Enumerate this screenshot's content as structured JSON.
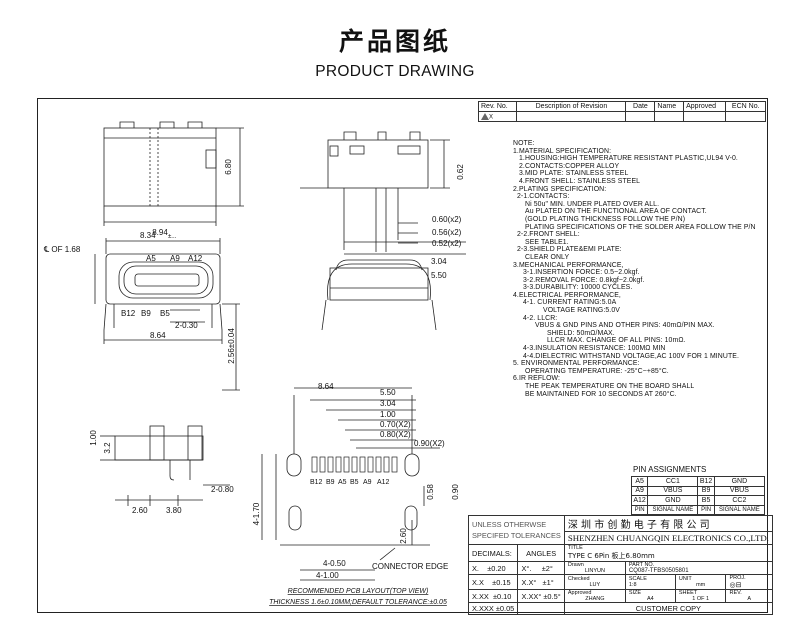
{
  "page": {
    "title_cn": "产品图纸",
    "title_en": "PRODUCT DRAWING"
  },
  "revision_header": {
    "rev_no": "Rev. No.",
    "description": "Description of Revision",
    "date": "Date",
    "name": "Name",
    "approved": "Approved",
    "ecn_no": "ECN No.",
    "first_row_mark": "X"
  },
  "notes": [
    "NOTE:",
    "1.MATERIAL SPECIFICATION:",
    "1.HOUSING:HIGH TEMPERATURE RESISTANT PLASTIC,UL94 V-0.",
    "2.CONTACTS:COPPER ALLOY",
    "3.MID PLATE: STAINLESS STEEL",
    "4.FRONT SHELL: STAINLESS STEEL",
    "2.PLATING SPECIFICATION:",
    "2-1.CONTACTS:",
    "Ni 50u\" MIN. UNDER PLATED OVER ALL.",
    "Au PLATED ON THE FUNCTIONAL AREA OF CONTACT.",
    "(GOLD PLATING THICKNESS FOLLOW THE P/N)",
    "PLATING SPECIFICATIONS OF THE SOLDER AREA FOLLOW THE P/N",
    "2-2.FRONT SHELL:",
    "SEE TABLE1.",
    "2-3.SHIELD PLATE&EMI PLATE:",
    "CLEAR ONLY",
    "3.MECHANICAL PERFORMANCE,",
    "3-1.INSERTION FORCE: 0.5~2.0kgf.",
    "3-2.REMOVAL FORCE: 0.8kgf~2.0kgf.",
    "3-3.DURABILITY: 10000 CYCLES.",
    "4.ELECTRICAL PERFORMANCE,",
    "4-1. CURRENT RATING:5.0A",
    "VOLTAGE RATING:5.0V",
    "4-2. LLCR:",
    "VBUS & GND PINS AND OTHER PINS: 40mΩ/PIN MAX.",
    "SHIELD: 50mΩ/MAX.",
    "LLCR MAX. CHANGE OF ALL PINS: 10mΩ.",
    "4-3.INSULATION RESISTANCE: 100MΩ    MIN",
    "4-4.DIELECTRIC WITHSTAND VOLTAGE,AC 100V FOR 1 MINUTE.",
    "5. ENVIRONMENTAL PERFORMANCE:",
    "OPERATING TEMPERATURE: -25°C~+85°C.",
    "6.IR REFLOW:",
    "THE PEAK TEMPERATURE ON THE BOARD SHALL",
    "BE MAINTAINED FOR 10 SECONDS AT 260°C."
  ],
  "pin_assignments": {
    "title": "PIN ASSIGNMENTS",
    "rows": [
      [
        "A5",
        "CC1",
        "B12",
        "GND"
      ],
      [
        "A9",
        "VBUS",
        "B9",
        "VBUS"
      ],
      [
        "A12",
        "GND",
        "B5",
        "CC2"
      ],
      [
        "PIN",
        "SIGNAL NAME",
        "PIN",
        "SIGNAL NAME"
      ]
    ]
  },
  "title_block": {
    "unless": "UNLESS OTHERWSE",
    "specified": "SPECIFED TOLERANCES",
    "company_cn": "深 圳 市 创 勤 电 子 有 限 公 司",
    "company_en": "SHENZHEN CHUANGQIN ELECTRONICS CO.,LTD.",
    "decimals": "DECIMALS:",
    "angles": "ANGLES",
    "title_label": "TITLE",
    "title_value": "TYPE C 6Pin 板上6.80mm",
    "tol": [
      [
        "X.",
        "±0.20",
        "X°.",
        "±2°"
      ],
      [
        "X.X",
        "±0.15",
        "X.X°",
        "±1°"
      ],
      [
        "X.XX",
        "±0.10",
        "X.XX°",
        "±0.5°"
      ],
      [
        "X.XXX",
        "±0.05",
        "",
        ""
      ]
    ],
    "drawn_label": "Drawn",
    "drawn_value": "LINYUN",
    "part_no_label": "PART NO.",
    "part_no_value": "CQ087-TFBS0505801",
    "checked_label": "Checked",
    "checked_value": "LUY",
    "scale_label": "SCALE",
    "scale_value": "1:8",
    "unit_label": "UNIT",
    "unit_value": "mm",
    "proj_label": "PROJ.",
    "approved_label": "Approved",
    "approved_value": "ZHANG",
    "size_label": "SIZE",
    "size_value": "A4",
    "sheet_label": "SHEET",
    "sheet_value": "1 OF 1",
    "rev_label": "REV.",
    "rev_value": "A",
    "customer_copy": "CUSTOMER COPY"
  },
  "drawing_labels": {
    "top_width": "8.94",
    "top_height": "6.80",
    "front_width": "8.34",
    "front_width_suffix": "±...",
    "cl_of": "℄ OF 1.68",
    "pins_top": [
      "A5",
      "A9",
      "A12"
    ],
    "pins_bottom": [
      "B12",
      "B9",
      "B5"
    ],
    "d_2_030": "2-0.30",
    "front_total": "8.64",
    "front_side_h": "2.56±0.04",
    "side_062": "0.62",
    "side_060": "0.60(x2)",
    "side_056": "0.56(x2)",
    "side_052": "0.52(x2)",
    "side_304": "3.04",
    "side_550": "5.50",
    "left_100": "1.00",
    "left_32": "3.2",
    "left_2080": "2-0.80",
    "left_260": "2.60",
    "left_380": "3.80",
    "pcb_864": "8.64",
    "pcb_550": "5.50",
    "pcb_304": "3.04",
    "pcb_100": "1.00",
    "pcb_070": "0.70(X2)",
    "pcb_080": "0.80(X2)",
    "pcb_090": "0.90(X2)",
    "pcb_pins": [
      "B12",
      "B9",
      "A5",
      "B5",
      "A9",
      "A12"
    ],
    "pcb_058": "0.58",
    "pcb_090v": "0.90",
    "pcb_4170": "4-1.70",
    "pcb_260": "2.60",
    "pcb_4050": "4-0.50",
    "pcb_4100": "4-1.00",
    "connector_edge": "CONNECTOR EDGE",
    "pcb_caption1": "RECOMMENDED PCB LAYOUT(TOP VIEW)",
    "pcb_caption2": "THICKNESS 1.6±0.10MM;DEFAULT TOLERANCE:±0.05"
  }
}
